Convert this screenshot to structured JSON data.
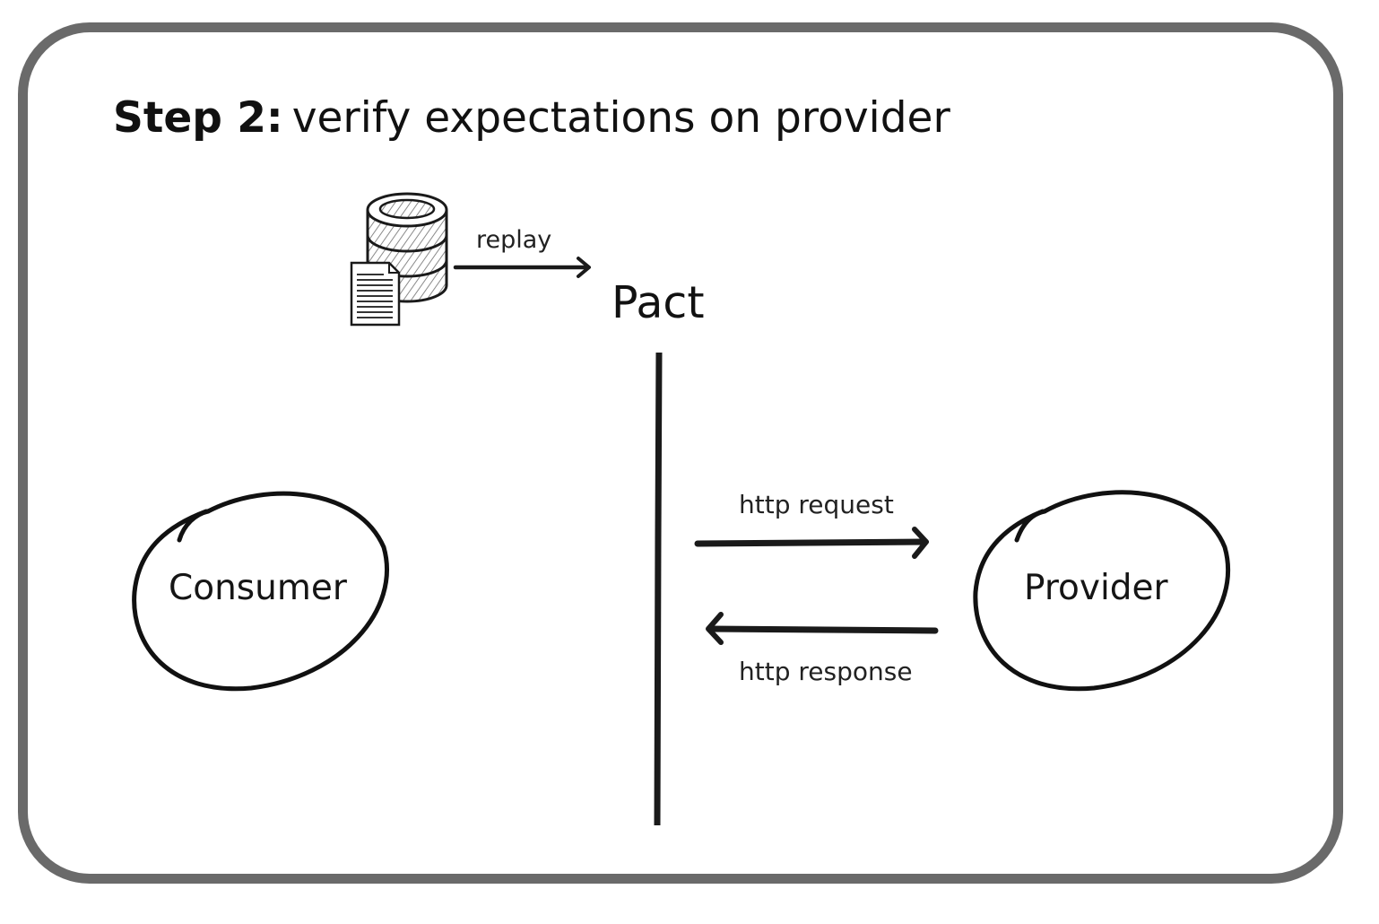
{
  "title": {
    "bold": "Step 2:",
    "rest": "verify expectations on provider"
  },
  "pact": {
    "label": "Pact",
    "replay_label": "replay"
  },
  "consumer": {
    "label": "Consumer"
  },
  "provider": {
    "label": "Provider"
  },
  "request": {
    "label": "http request"
  },
  "response": {
    "label": "http response"
  },
  "colors": {
    "frame": "#6a6a6a",
    "ink": "#1a1a1a",
    "background": "#ffffff"
  },
  "icons": [
    "database-icon",
    "document-icon"
  ]
}
